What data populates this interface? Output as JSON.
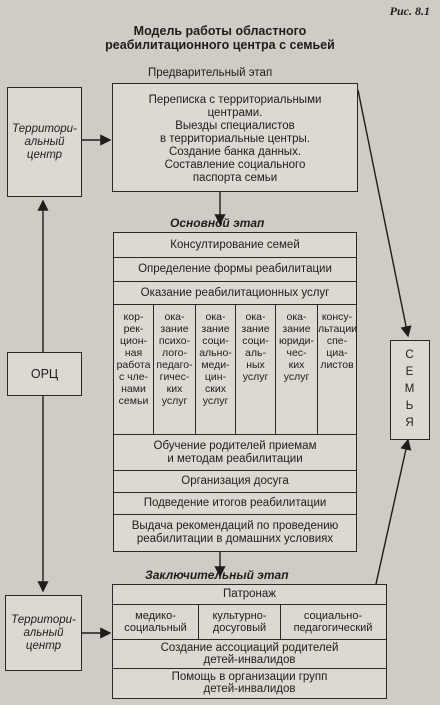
{
  "figure_label": "Рис. 8.1",
  "title": "Модель работы областного реабилитационного центра с семьей",
  "territorial_center": "Территори-альный центр",
  "orc": "ОРЦ",
  "family": [
    "С",
    "Е",
    "М",
    "Ь",
    "Я"
  ],
  "preliminary": {
    "label": "Предварительный этап",
    "lines": [
      "Переписка с территориальными",
      "центрами.",
      "Выезды специалистов",
      "в территориальные центры.",
      "Создание банка данных.",
      "Составление социального",
      "паспорта семьи"
    ]
  },
  "main": {
    "label": "Основной этап",
    "rows_top": [
      "Консултирование семей",
      "Определение формы реабилитации",
      "Оказание реабилитационных услуг"
    ],
    "services": [
      [
        "кор-",
        "рек-",
        "цион-",
        "ная",
        "работа",
        "с чле-",
        "нами",
        "семьи"
      ],
      [
        "ока-",
        "зание",
        "психо-",
        "лого-",
        "педаго-",
        "гичес-",
        "ких",
        "услуг"
      ],
      [
        "ока-",
        "зание",
        "соци-",
        "ально-",
        "меди-",
        "цин-",
        "ских",
        "услуг"
      ],
      [
        "ока-",
        "зание",
        "соци-",
        "аль-",
        "ных",
        "услуг"
      ],
      [
        "ока-",
        "зание",
        "юриди-",
        "чес-",
        "ких",
        "услуг"
      ],
      [
        "консу-",
        "льтации",
        "спе-",
        "циа-",
        "листов"
      ]
    ],
    "rows_bottom": [
      [
        "Обучение родителей приемам",
        "и методам реабилитации"
      ],
      [
        "Организация досуга"
      ],
      [
        "Подведение итогов реабилитации"
      ],
      [
        "Выдача рекомендаций по проведению",
        "реабилитации в домашних условиях"
      ]
    ]
  },
  "final": {
    "label": "Заключительный этап",
    "patronage": "Патронаж",
    "subs": [
      [
        "медико-",
        "социальный"
      ],
      [
        "культурно-",
        "досуговый"
      ],
      [
        "социально-",
        "педагогический"
      ]
    ],
    "rows": [
      [
        "Создание ассоциаций родителей",
        "детей-инвалидов"
      ],
      [
        "Помощь в организации групп",
        "детей-инвалидов"
      ]
    ]
  }
}
